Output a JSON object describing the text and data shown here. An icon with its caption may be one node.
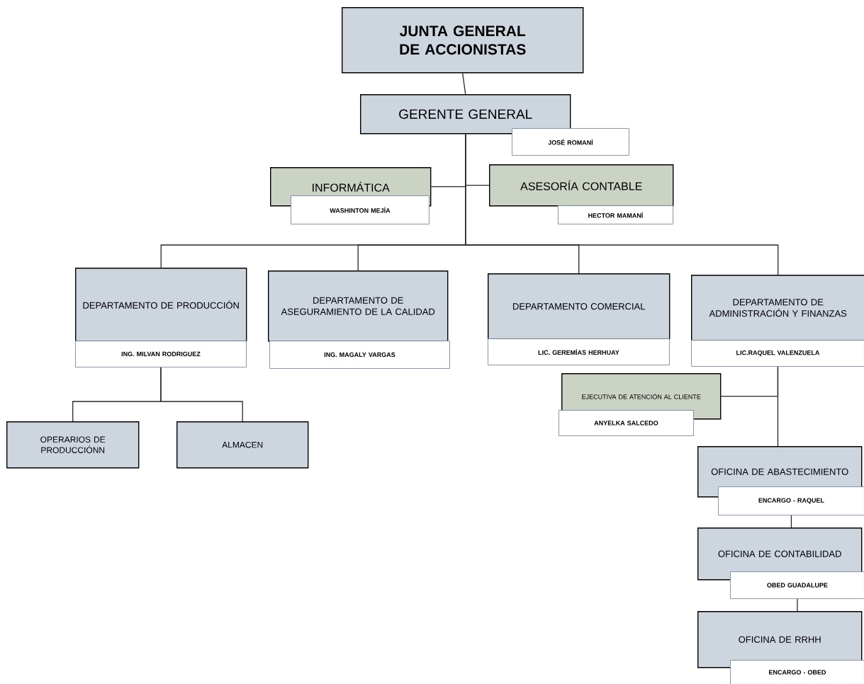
{
  "diagram": {
    "nodes": [
      {
        "text": [
          "JUNTA GENERAL DE ACCIONISTAS"
        ]
      },
      {
        "text": [
          "GERENTE GENERAL",
          "JOSÉ ROMANÍ"
        ]
      },
      {
        "text": [
          "INFORMÁTICA",
          "WASHINTON MEJÍA"
        ]
      },
      {
        "text": [
          "ASESORÍA CONTABLE",
          "HECTOR MAMANÌ"
        ]
      },
      {
        "text": [
          "DEPARTAMENTO DE PRODUCCIÓN",
          "ING. MILVAN RODRIGUEZ"
        ]
      },
      {
        "text": [
          "DEPARTAMENTO DE ASEGURAMIENTO DE LA CALIDAD",
          "ING. MAGALY VARGAS"
        ]
      },
      {
        "text": [
          "DEPARTAMENTO COMERCIAL",
          "LIC. GEREMÍAS HERHUAY"
        ]
      },
      {
        "text": [
          "DEPARTAMENTO DE ADMINISTRACIÓN Y FINANZAS",
          "LIC.RAQUEL VALENZUELA"
        ]
      },
      {
        "text": [
          "EJECUTIVA DE ATENCIÓN AL CLIENTE",
          "ANYELKA SALCEDO"
        ]
      },
      {
        "text": [
          "OPERARIOS DE PRODUCCIÓNN"
        ]
      },
      {
        "text": [
          "ALMACEN"
        ]
      },
      {
        "text": [
          "OFICINA DE ABASTECIMIENTO",
          "ENCARGO - RAQUEL"
        ]
      },
      {
        "text": [
          "OFICINA DE CONTABILIDAD",
          "OBED GUADALUPE"
        ]
      },
      {
        "text": [
          "OFICINA DE RRHH",
          "ENCARGO - OBED"
        ]
      }
    ],
    "edges": [
      {
        "from": 0,
        "to": 1,
        "arrow": "none"
      },
      {
        "from": 1,
        "to": 2,
        "arrow": "none"
      },
      {
        "from": 1,
        "to": 3,
        "arrow": "none"
      },
      {
        "from": 1,
        "to": 4,
        "arrow": "none"
      },
      {
        "from": 1,
        "to": 5,
        "arrow": "none"
      },
      {
        "from": 1,
        "to": 6,
        "arrow": "none"
      },
      {
        "from": 1,
        "to": 7,
        "arrow": "none"
      },
      {
        "from": 4,
        "to": 9,
        "arrow": "none"
      },
      {
        "from": 4,
        "to": 10,
        "arrow": "none"
      },
      {
        "from": 7,
        "to": 8,
        "arrow": "none"
      },
      {
        "from": 7,
        "to": 11,
        "arrow": "none"
      },
      {
        "from": 11,
        "to": 12,
        "arrow": "none"
      },
      {
        "from": 12,
        "to": 13,
        "arrow": "none"
      }
    ]
  }
}
